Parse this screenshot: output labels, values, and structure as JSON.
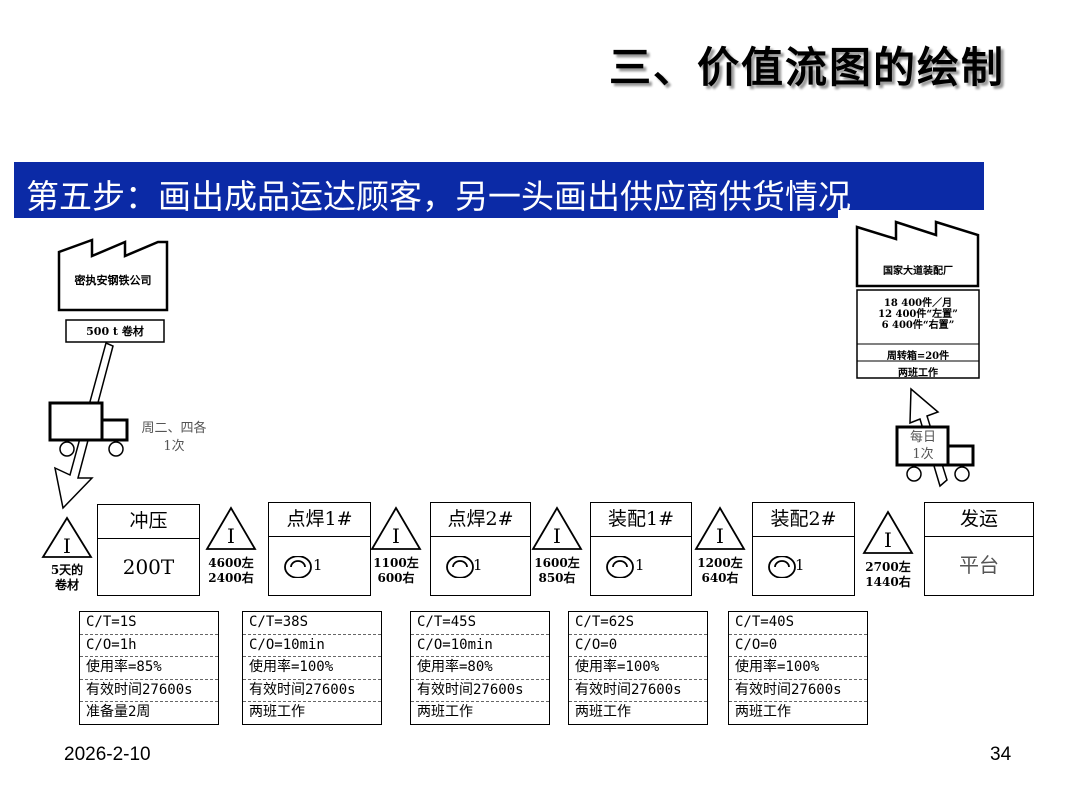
{
  "slide": {
    "title": "三、价值流图的绘制",
    "step_banner": "第五步：画出成品运达顾客，另一头画出供应商供货情况",
    "date": "2026-2-10",
    "page_number": "34"
  },
  "supplier": {
    "name": "密执安钢铁公司",
    "material": "500 t 卷材",
    "delivery_note": "周二、四各\n1次"
  },
  "customer": {
    "name": "国家大道装配厂",
    "demand": [
      "18 400件／月",
      "12 400件“左置”",
      "6 400件“右置”"
    ],
    "container": "周转箱=20件",
    "shift": "两班工作",
    "delivery_note": "每日\n1次"
  },
  "inventory": [
    {
      "symbol": "I",
      "label": "5天的\n卷材"
    },
    {
      "symbol": "I",
      "label": "4600左\n2400右"
    },
    {
      "symbol": "I",
      "label": "1100左\n600右"
    },
    {
      "symbol": "I",
      "label": "1600左\n850右"
    },
    {
      "symbol": "I",
      "label": "1200左\n640右"
    },
    {
      "symbol": "I",
      "label": "2700左\n1440右"
    }
  ],
  "processes": [
    {
      "name": "冲压",
      "body": "200T",
      "operator": ""
    },
    {
      "name": "点焊1#",
      "body": "",
      "operator": "1"
    },
    {
      "name": "点焊2#",
      "body": "",
      "operator": "1"
    },
    {
      "name": "装配1#",
      "body": "",
      "operator": "1"
    },
    {
      "name": "装配2#",
      "body": "",
      "operator": "1"
    },
    {
      "name": "发运",
      "body": "平台",
      "operator": ""
    }
  ],
  "data_boxes": [
    {
      "rows": [
        "C/T=1S",
        "C/O=1h",
        "使用率=85%",
        "有效时间27600s",
        "准备量2周"
      ]
    },
    {
      "rows": [
        "C/T=38S",
        "C/O=10min",
        "使用率=100%",
        "有效时间27600s",
        "两班工作"
      ]
    },
    {
      "rows": [
        "C/T=45S",
        "C/O=10min",
        "使用率=80%",
        "有效时间27600s",
        "两班工作"
      ]
    },
    {
      "rows": [
        "C/T=62S",
        "C/O=0",
        "使用率=100%",
        "有效时间27600s",
        "两班工作"
      ]
    },
    {
      "rows": [
        "C/T=40S",
        "C/O=0",
        "使用率=100%",
        "有效时间27600s",
        "两班工作"
      ]
    }
  ],
  "icons": {
    "factory": "factory-icon",
    "truck": "truck-icon",
    "inventory": "inventory-triangle-icon",
    "operator": "operator-icon",
    "push_arrow": "push-arrow-icon"
  }
}
